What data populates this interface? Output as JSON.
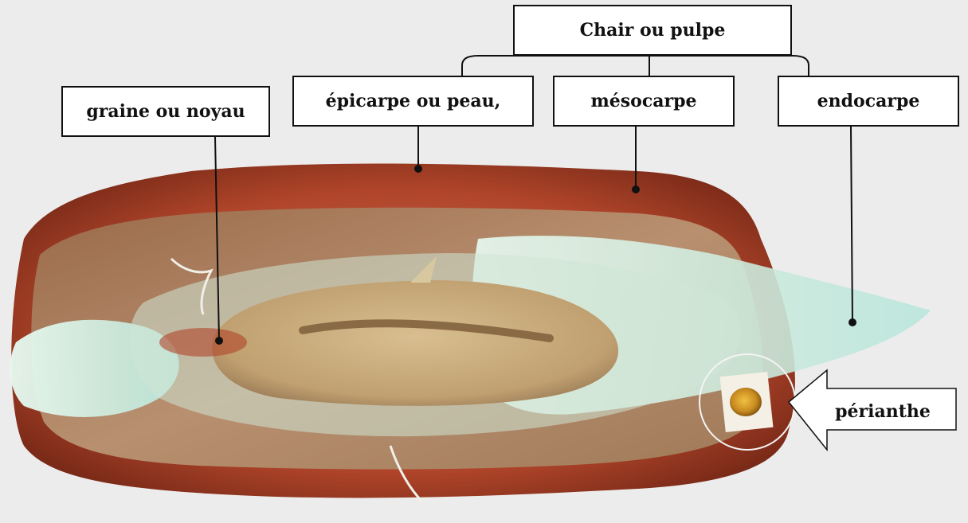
{
  "diagram": {
    "labels": {
      "chair": "Chair ou pulpe",
      "graine": "graine ou noyau",
      "epicarpe": "épicarpe ou peau,",
      "mesocarpe": "mésocarpe",
      "endocarpe": "endocarpe",
      "perianthe": "périanthe"
    },
    "colors": {
      "epicarp": "#b0452a",
      "mesocarp": "#b48a6a",
      "endocarp": "#d8f0e6",
      "seed": "#c8a878",
      "background": "#ececec"
    }
  }
}
